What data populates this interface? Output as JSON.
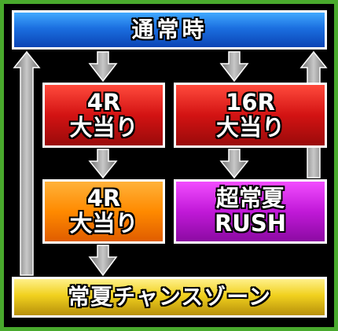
{
  "title": "通常時",
  "node_4r_red": {
    "line1": "4R",
    "line2": "大当り"
  },
  "node_16r": {
    "line1": "16R",
    "line2": "大当り"
  },
  "node_4r_orange": {
    "line1": "4R",
    "line2": "大当り"
  },
  "node_rush": {
    "line1": "超常夏",
    "line2": "RUSH"
  },
  "bottom": "常夏チャンスゾーン",
  "colors": {
    "frame": "#49a92d",
    "top_box": "#1b6fe0",
    "red_box": "#d31313",
    "orange_box": "#ff8a00",
    "purple_box": "#c119d8",
    "yellow_box": "#f1d11e",
    "arrow": "#8a8a8a"
  }
}
